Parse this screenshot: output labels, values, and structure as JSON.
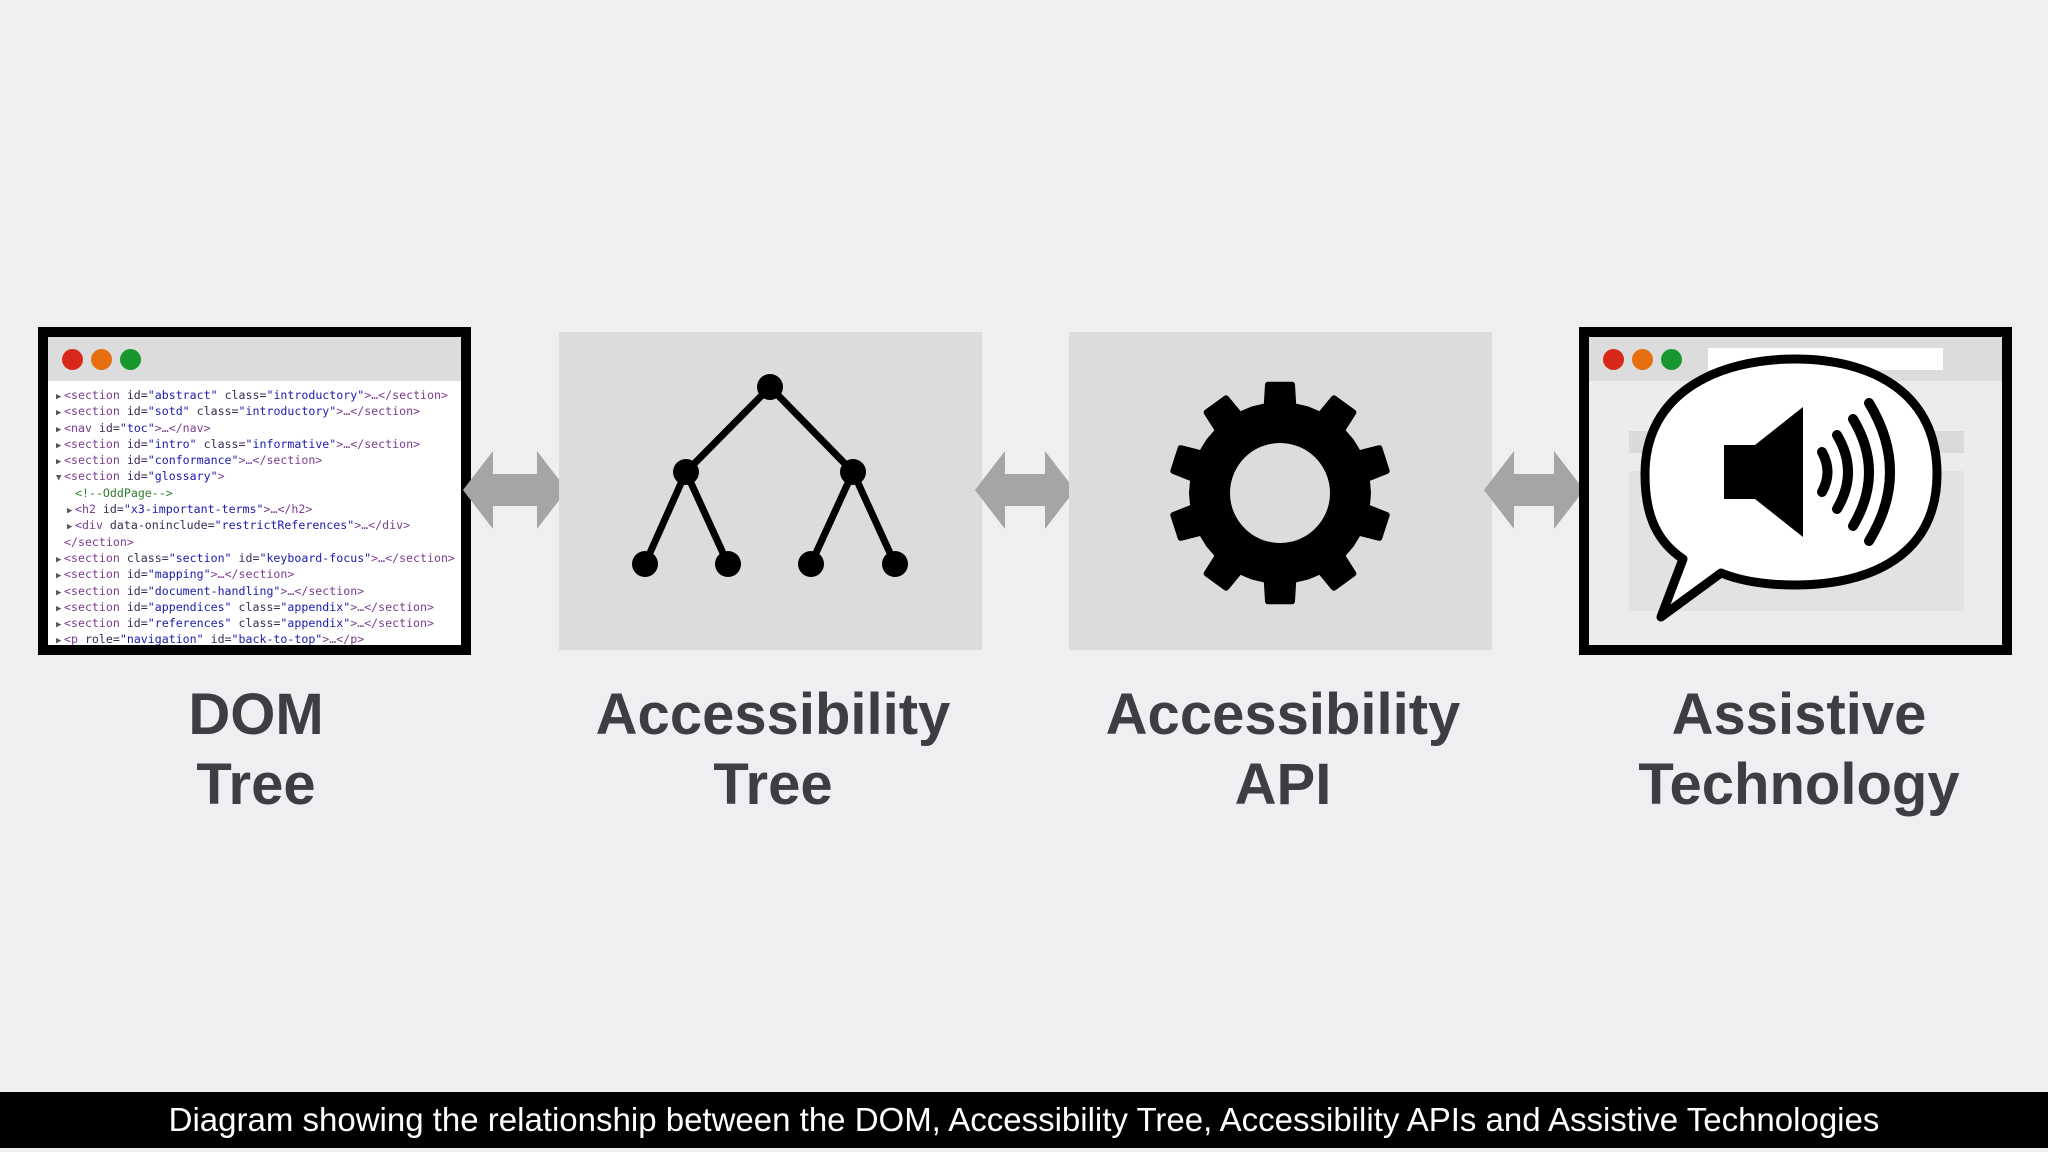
{
  "dom_panel": {
    "code_lines": [
      {
        "tri": "▶",
        "indent": 0,
        "parts": [
          [
            "tag",
            "<section "
          ],
          [
            "attr",
            "id="
          ],
          [
            "val",
            "\"abstract\""
          ],
          [
            "attr",
            " class="
          ],
          [
            "val",
            "\"introductory\""
          ],
          [
            "tag",
            ">…</section>"
          ]
        ]
      },
      {
        "tri": "▶",
        "indent": 0,
        "parts": [
          [
            "tag",
            "<section "
          ],
          [
            "attr",
            "id="
          ],
          [
            "val",
            "\"sotd\""
          ],
          [
            "attr",
            " class="
          ],
          [
            "val",
            "\"introductory\""
          ],
          [
            "tag",
            ">…</section>"
          ]
        ]
      },
      {
        "tri": "▶",
        "indent": 0,
        "parts": [
          [
            "tag",
            "<nav "
          ],
          [
            "attr",
            "id="
          ],
          [
            "val",
            "\"toc\""
          ],
          [
            "tag",
            ">…</nav>"
          ]
        ]
      },
      {
        "tri": "▶",
        "indent": 0,
        "parts": [
          [
            "tag",
            "<section "
          ],
          [
            "attr",
            "id="
          ],
          [
            "val",
            "\"intro\""
          ],
          [
            "attr",
            " class="
          ],
          [
            "val",
            "\"informative\""
          ],
          [
            "tag",
            ">…</section>"
          ]
        ]
      },
      {
        "tri": "▶",
        "indent": 0,
        "parts": [
          [
            "tag",
            "<section "
          ],
          [
            "attr",
            "id="
          ],
          [
            "val",
            "\"conformance\""
          ],
          [
            "tag",
            ">…</section>"
          ]
        ]
      },
      {
        "tri": "▼",
        "indent": 0,
        "parts": [
          [
            "tag",
            "<section "
          ],
          [
            "attr",
            "id="
          ],
          [
            "val",
            "\"glossary\""
          ],
          [
            "tag",
            ">"
          ]
        ]
      },
      {
        "tri": "",
        "indent": 1,
        "parts": [
          [
            "cmt",
            "<!--OddPage-->"
          ]
        ]
      },
      {
        "tri": "▶",
        "indent": 1,
        "parts": [
          [
            "tag",
            "<h2 "
          ],
          [
            "attr",
            "id="
          ],
          [
            "val",
            "\"x3-important-terms\""
          ],
          [
            "tag",
            ">…</h2>"
          ]
        ]
      },
      {
        "tri": "▶",
        "indent": 1,
        "parts": [
          [
            "tag",
            "<div "
          ],
          [
            "attr",
            "data-oninclude="
          ],
          [
            "val",
            "\"restrictReferences\""
          ],
          [
            "tag",
            ">…</div>"
          ]
        ]
      },
      {
        "tri": "",
        "indent": 0,
        "parts": [
          [
            "tag",
            "</section>"
          ]
        ]
      },
      {
        "tri": "▶",
        "indent": 0,
        "parts": [
          [
            "tag",
            "<section "
          ],
          [
            "attr",
            "class="
          ],
          [
            "val",
            "\"section\""
          ],
          [
            "attr",
            " id="
          ],
          [
            "val",
            "\"keyboard-focus\""
          ],
          [
            "tag",
            ">…</section>"
          ]
        ]
      },
      {
        "tri": "▶",
        "indent": 0,
        "parts": [
          [
            "tag",
            "<section "
          ],
          [
            "attr",
            "id="
          ],
          [
            "val",
            "\"mapping\""
          ],
          [
            "tag",
            ">…</section>"
          ]
        ]
      },
      {
        "tri": "▶",
        "indent": 0,
        "parts": [
          [
            "tag",
            "<section "
          ],
          [
            "attr",
            "id="
          ],
          [
            "val",
            "\"document-handling\""
          ],
          [
            "tag",
            ">…</section>"
          ]
        ]
      },
      {
        "tri": "▶",
        "indent": 0,
        "parts": [
          [
            "tag",
            "<section "
          ],
          [
            "attr",
            "id="
          ],
          [
            "val",
            "\"appendices\""
          ],
          [
            "attr",
            " class="
          ],
          [
            "val",
            "\"appendix\""
          ],
          [
            "tag",
            ">…</section>"
          ]
        ]
      },
      {
        "tri": "▶",
        "indent": 0,
        "parts": [
          [
            "tag",
            "<section "
          ],
          [
            "attr",
            "id="
          ],
          [
            "val",
            "\"references\""
          ],
          [
            "attr",
            " class="
          ],
          [
            "val",
            "\"appendix\""
          ],
          [
            "tag",
            ">…</section>"
          ]
        ]
      },
      {
        "tri": "▶",
        "indent": 0,
        "parts": [
          [
            "tag",
            "<p "
          ],
          [
            "attr",
            "role="
          ],
          [
            "val",
            "\"navigation\""
          ],
          [
            "attr",
            " id="
          ],
          [
            "val",
            "\"back-to-top\""
          ],
          [
            "tag",
            ">…</p>"
          ]
        ]
      }
    ]
  },
  "labels": {
    "dom": {
      "line1": "DOM",
      "line2": "Tree"
    },
    "accessibility_tree": {
      "line1": "Accessibility",
      "line2": "Tree"
    },
    "accessibility_api": {
      "line1": "Accessibility",
      "line2": "API"
    },
    "assistive_technology": {
      "line1": "Assistive",
      "line2": "Technology"
    }
  },
  "icons": {
    "tree": "tree-hierarchy-icon",
    "api": "gear-icon",
    "assistive": "speaker-speech-bubble-icon",
    "arrows": "bidirectional-arrow-icon"
  },
  "caption": "Diagram showing the relationship between the DOM, Accessibility Tree, Accessibility APIs and Assistive Technologies",
  "colors": {
    "background": "#efeef0",
    "box": "#dcdcdc",
    "label": "#3e3e42",
    "arrow": "#a5a5a5",
    "dot_red": "#d8281a",
    "dot_orange": "#e56f0e",
    "dot_green": "#18972f"
  }
}
